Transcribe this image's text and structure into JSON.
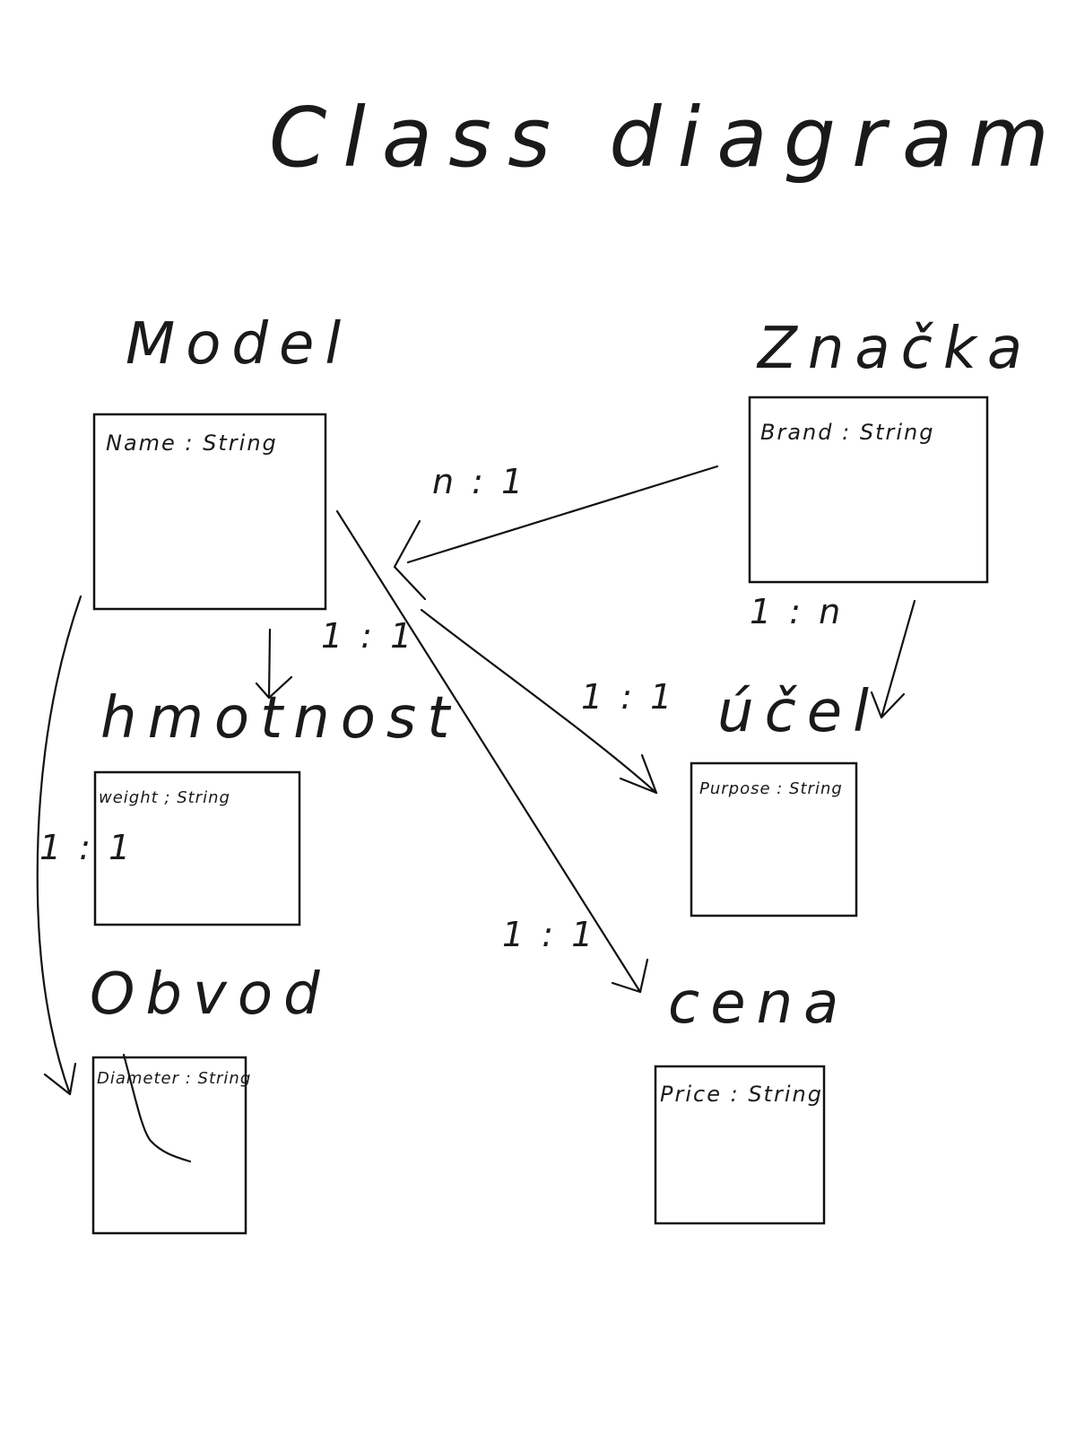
{
  "title": "Class diagram",
  "classes": {
    "model": {
      "name": "Model",
      "attribute": "Name : String"
    },
    "znacka": {
      "name": "Značka",
      "attribute": "Brand : String"
    },
    "hmotnost": {
      "name": "hmotnost",
      "attribute": "weight ; String"
    },
    "obvod": {
      "name": "Obvod",
      "attribute": "Diameter : String"
    },
    "ucel": {
      "name": "účel",
      "attribute": "Purpose : String"
    },
    "cena": {
      "name": "cena",
      "attribute": "Price : String"
    }
  },
  "relations": {
    "znacka_model": "n : 1",
    "znacka_ucel": "1 : n",
    "model_hmotnost": "1 : 1",
    "model_ucel": "1 : 1",
    "model_obvod": "1 : 1",
    "model_cena": "1 : 1"
  }
}
